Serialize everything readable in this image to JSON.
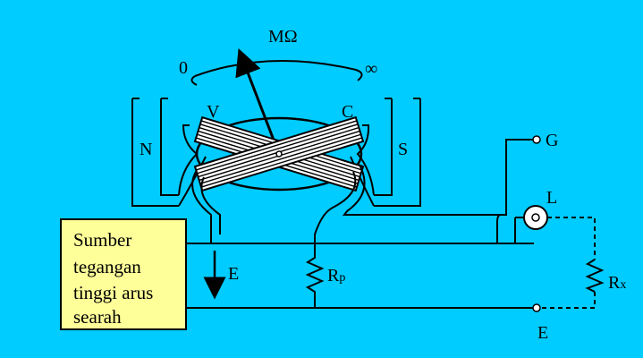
{
  "diagram": {
    "scale_unit": "MΩ",
    "scale_zero": "0",
    "scale_infinity": "∞",
    "coil_v": "V",
    "coil_c": "C",
    "magnet_north": "N",
    "magnet_south": "S",
    "terminal_guard": "G",
    "terminal_line": "L",
    "terminal_earth": "E",
    "current_arrow_label": "E",
    "resistor_rp_main": "R",
    "resistor_rp_sub": "p",
    "resistor_rx_main": "R",
    "resistor_rx_sub": "x",
    "source_lines": [
      "Sumber",
      "tegangan",
      "tinggi arus",
      "searah"
    ]
  },
  "colors": {
    "background": "#00CCFF",
    "source_box": "#FFFF99",
    "ink": "#000000"
  }
}
